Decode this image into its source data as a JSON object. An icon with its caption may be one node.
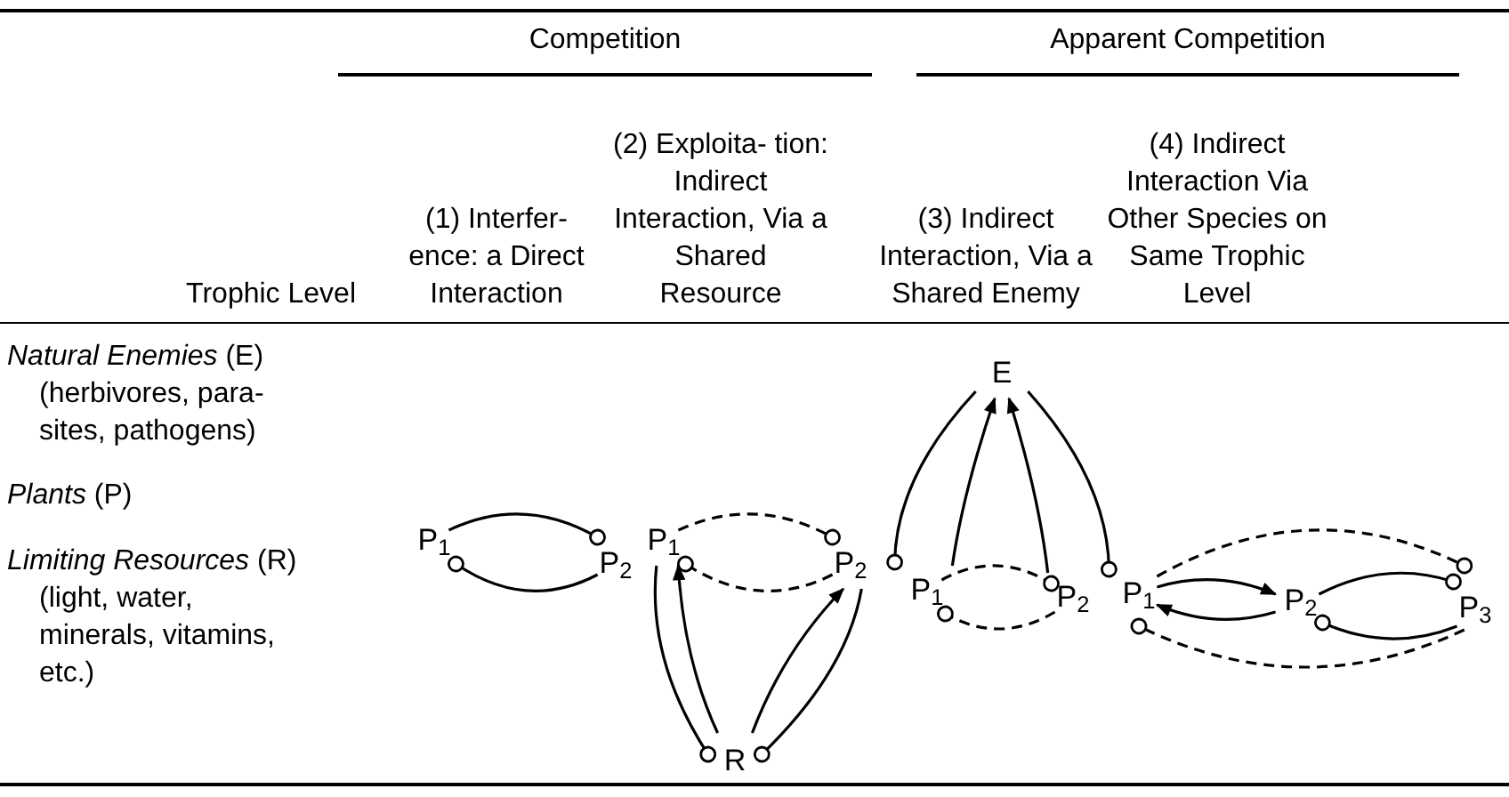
{
  "diagram": {
    "nodes": [
      {
        "text": [
          "P$_{1}$"
        ]
      },
      {
        "text": [
          "P$_{2}$"
        ]
      },
      {
        "text": [
          "P$_{1}$"
        ]
      },
      {
        "text": [
          "P$_{2}$"
        ]
      },
      {
        "text": [
          "R"
        ]
      },
      {
        "text": [
          "E"
        ]
      },
      {
        "text": [
          "P$_{1}$"
        ]
      },
      {
        "text": [
          "P$_{2}$"
        ]
      },
      {
        "text": [
          "P$_{1}$"
        ]
      },
      {
        "text": [
          "P$_{2}$"
        ]
      },
      {
        "text": [
          "P$_{3}$"
        ]
      }
    ],
    "edges": [
      {
        "from": 0,
        "to": 1,
        "arrow": "other"
      },
      {
        "from": 1,
        "to": 0,
        "arrow": "other"
      },
      {
        "from": 2,
        "to": 3,
        "arrow": "other",
        "style": "dashed"
      },
      {
        "from": 3,
        "to": 2,
        "arrow": "other",
        "style": "dashed"
      },
      {
        "from": 2,
        "to": 4,
        "arrow": "other"
      },
      {
        "from": 4,
        "to": 2,
        "arrow": "to"
      },
      {
        "from": 4,
        "to": 3,
        "arrow": "to"
      },
      {
        "from": 3,
        "to": 4,
        "arrow": "other"
      },
      {
        "from": 5,
        "to": 6,
        "arrow": "other"
      },
      {
        "from": 6,
        "to": 5,
        "arrow": "to"
      },
      {
        "from": 7,
        "to": 5,
        "arrow": "to"
      },
      {
        "from": 5,
        "to": 7,
        "arrow": "other"
      },
      {
        "from": 6,
        "to": 7,
        "arrow": "other",
        "style": "dashed"
      },
      {
        "from": 7,
        "to": 6,
        "arrow": "other",
        "style": "dashed"
      },
      {
        "from": 8,
        "to": 9,
        "arrow": "to"
      },
      {
        "from": 9,
        "to": 8,
        "arrow": "to"
      },
      {
        "from": 9,
        "to": 10,
        "arrow": "other"
      },
      {
        "from": 10,
        "to": 9,
        "arrow": "other"
      },
      {
        "from": 8,
        "to": 10,
        "arrow": "other",
        "style": "dashed"
      },
      {
        "from": 10,
        "to": 8,
        "arrow": "other",
        "style": "dashed"
      }
    ],
    "labels": [
      "Competition",
      "Apparent Competition",
      "Trophic Level",
      "(1) Interfer- ence: a Direct Interaction",
      "(2) Exploita- tion: Indirect Interaction, Via a Shared Resource",
      "(3) Indirect Interaction, Via a Shared Enemy",
      "(4) Indirect Interaction Via Other Species on Same Trophic Level",
      "*Natural Enemies* (E)",
      "(herbivores, para- sites, pathogens)",
      "*Plants* (P)",
      "*Limiting Resources* (R)",
      "(light, water, minerals, vitamins, etc.)"
    ]
  }
}
